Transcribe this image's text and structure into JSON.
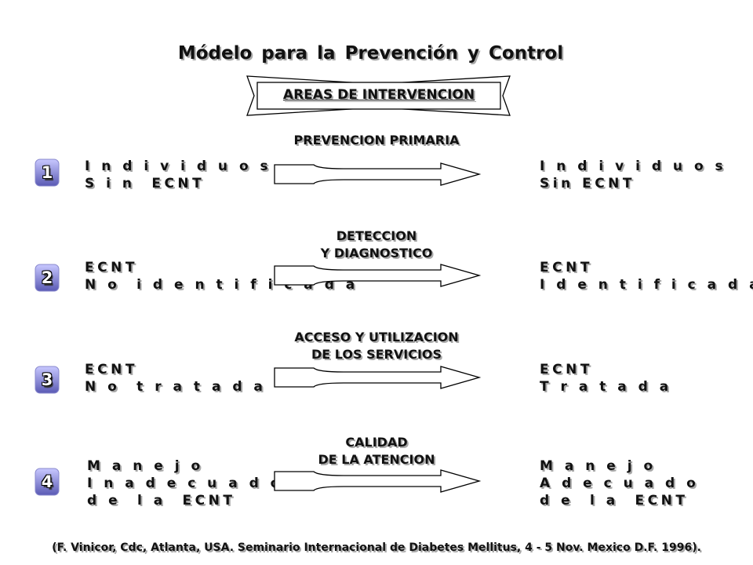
{
  "title": "Módelo para la Prevención y Control",
  "banner": "AREAS DE INTERVENCION",
  "rows": [
    {
      "number": "1",
      "left": [
        "I n d i v i d u o s",
        "S i n  ECNT"
      ],
      "middle": [
        "PREVENCION PRIMARIA"
      ],
      "right": [
        "I n d i v i d u o s",
        "Sin ECNT"
      ]
    },
    {
      "number": "2",
      "left": [
        "ECNT",
        "N o  i d e n t i f i c a d a"
      ],
      "middle": [
        "DETECCION",
        "Y DIAGNOSTICO"
      ],
      "right": [
        "ECNT",
        "I d e n t i f i c a d a"
      ]
    },
    {
      "number": "3",
      "left": [
        "ECNT",
        "N o  t r a t a d a"
      ],
      "middle": [
        "ACCESO Y UTILIZACION",
        "DE LOS SERVICIOS"
      ],
      "right": [
        "ECNT",
        "T r a t a d a"
      ]
    },
    {
      "number": "4",
      "left": [
        "M a n e j o",
        "I n a d e c u a d o",
        "d e  l a  ECNT"
      ],
      "middle": [
        "CALIDAD",
        "DE LA ATENCION"
      ],
      "right": [
        "M a n e j o",
        "A d e c u a d o",
        "d e  l a  ECNT"
      ]
    }
  ],
  "source": "(F. Vinicor, Cdc, Atlanta, USA. Seminario Internacional de Diabetes Mellitus, 4 - 5 Nov. Mexico D.F. 1996).",
  "colors": {
    "badge_top": "#c8c8ff",
    "badge_bottom": "#5a5ab4",
    "shadow": "#a8a8a8"
  }
}
